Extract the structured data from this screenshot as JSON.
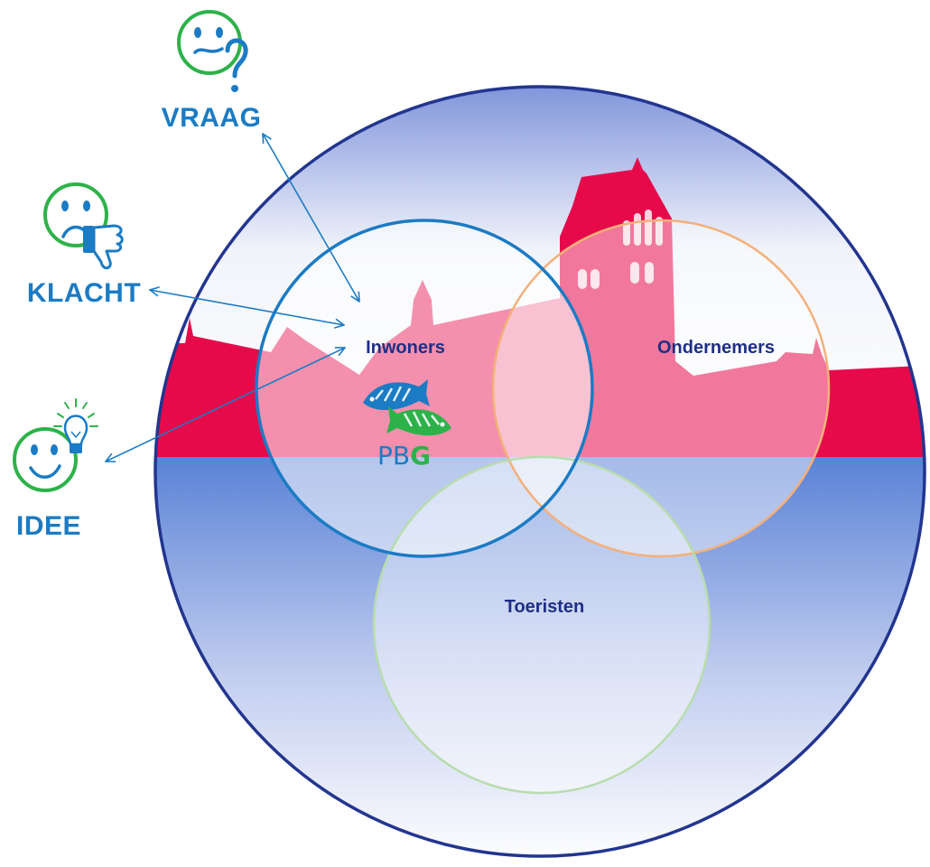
{
  "colors": {
    "outer_ring": "#22358f",
    "sky_top": "#7d92da",
    "water_top": "#5a82d6",
    "castle_red": "#e60a4b",
    "inwoners_ring": "#1b7bc4",
    "ondernemers_ring": "#f4b07a",
    "toeristen_ring": "#b8dcae",
    "circle_label": "#1f2f86",
    "side_label": "#1b7bc4",
    "face_ring": "#2db24a",
    "face_features": "#1b7bc4",
    "logo_blue": "#1b7bc4",
    "logo_green": "#2db24a"
  },
  "circles": {
    "inwoners": "Inwoners",
    "ondernemers": "Ondernemers",
    "toeristen": "Toeristen"
  },
  "feedback": {
    "vraag": {
      "label": "VRAAG",
      "icon": "question-face-icon"
    },
    "klacht": {
      "label": "KLACHT",
      "icon": "thumbs-down-face-icon"
    },
    "idee": {
      "label": "IDEE",
      "icon": "lightbulb-face-icon"
    }
  },
  "logo": {
    "prefix": "PB",
    "suffix": "G",
    "icon": "fish-logo-icon"
  }
}
